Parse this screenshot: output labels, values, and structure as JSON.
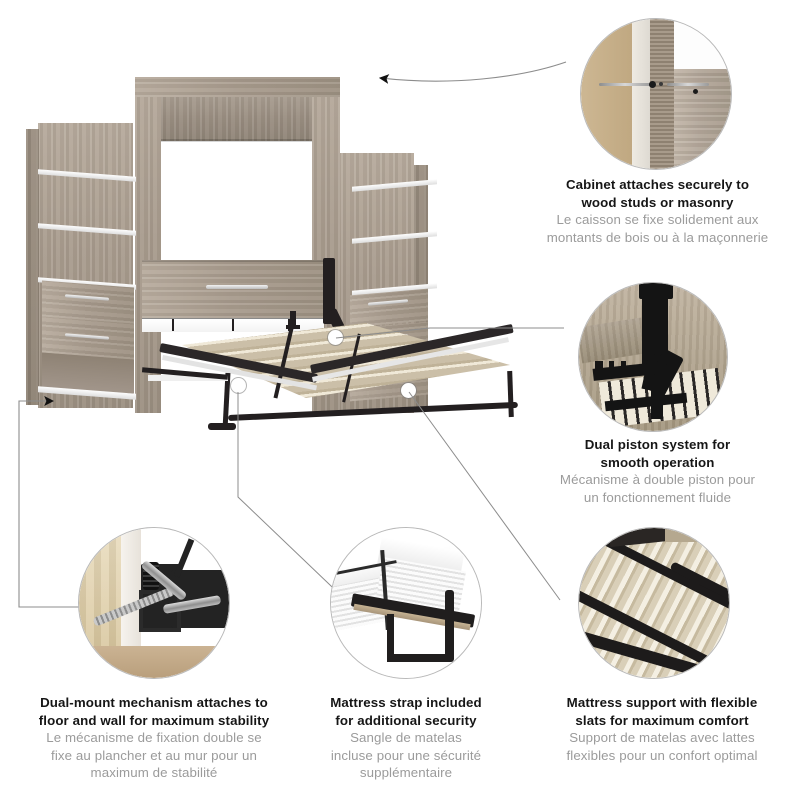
{
  "page": {
    "background": "#ffffff",
    "accent_text": "#161616",
    "secondary_text": "#9b9b9b",
    "line_color": "#8c8c8c"
  },
  "product": {
    "name": "murphy-bed-wall-unit",
    "description": "Queen murphy bed cabinet with storage towers, folded-down slat platform",
    "wood_color": "#a89c8e",
    "metal_color": "#231f20",
    "shelf_color": "#f0f0f0"
  },
  "callouts": [
    {
      "id": "cabinet-attach",
      "image_name": "wall-studs-screws-photo",
      "en": [
        "Cabinet attaches securely to",
        "wood studs or masonry"
      ],
      "fr": [
        "Le caisson se fixe solidement aux",
        "montants de bois ou à la maçonnerie"
      ]
    },
    {
      "id": "dual-piston",
      "image_name": "dual-piston-mechanism-photo",
      "en": [
        "Dual piston system for",
        "smooth operation"
      ],
      "fr": [
        "Mécanisme à double piston pour",
        "un fonctionnement fluide"
      ]
    },
    {
      "id": "dual-mount",
      "image_name": "dual-mount-hardware-render",
      "en": [
        "Dual-mount mechanism attaches to",
        "floor and wall for maximum stability"
      ],
      "fr": [
        "Le mécanisme de fixation double se",
        "fixe au plancher et au mur pour un",
        "maximum de stabilité"
      ]
    },
    {
      "id": "mattress-strap",
      "image_name": "mattress-strap-photo",
      "en": [
        "Mattress strap included",
        "for additional security"
      ],
      "fr": [
        "Sangle de matelas",
        "incluse pour une sécurité",
        "supplémentaire"
      ]
    },
    {
      "id": "flexible-slats",
      "image_name": "flexible-slats-photo",
      "en": [
        "Mattress support with flexible",
        "slats for maximum comfort"
      ],
      "fr": [
        "Support de matelas avec lattes",
        "flexibles pour un confort optimal"
      ]
    }
  ]
}
